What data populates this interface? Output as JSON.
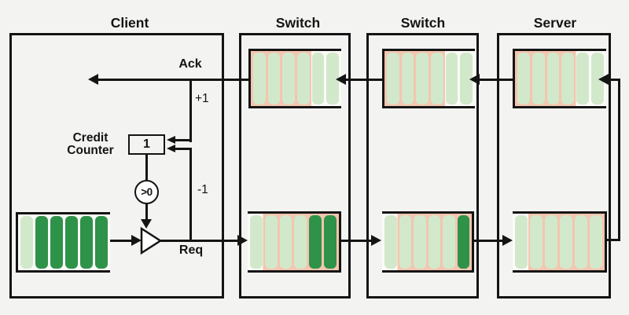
{
  "figure": {
    "background": "#f3f3f2",
    "ink": "#141414",
    "colors": {
      "bg": "#f3f3f2",
      "ink": "#141414",
      "slot_empty": "#d2e8cb",
      "slot_full": "#2f9249",
      "gap_pink": "#f4c5af",
      "gap_white": "#fbfbf8"
    }
  },
  "nodes": [
    {
      "id": "client",
      "title": "Client"
    },
    {
      "id": "switch1",
      "title": "Switch"
    },
    {
      "id": "switch2",
      "title": "Switch"
    },
    {
      "id": "server",
      "title": "Server"
    }
  ],
  "client": {
    "labels": {
      "ack": "Ack",
      "req": "Req",
      "plus_one": "+1",
      "minus_one": "-1",
      "credit_counter_line1": "Credit",
      "credit_counter_line2": "Counter",
      "counter_value": "1",
      "comparator": ">0"
    }
  },
  "queues": {
    "client_input": {
      "slots": [
        "empty",
        "full",
        "full",
        "full",
        "full",
        "full"
      ]
    },
    "switch1_ack": {
      "slots": [
        "empty",
        "empty",
        "empty",
        "empty",
        "empty",
        "empty"
      ]
    },
    "switch1_req": {
      "slots": [
        "empty",
        "empty",
        "empty",
        "empty",
        "full",
        "full"
      ]
    },
    "switch2_ack": {
      "slots": [
        "empty",
        "empty",
        "empty",
        "empty",
        "empty",
        "empty"
      ]
    },
    "switch2_req": {
      "slots": [
        "empty",
        "empty",
        "empty",
        "empty",
        "empty",
        "full"
      ]
    },
    "server_ack": {
      "slots": [
        "empty",
        "empty",
        "empty",
        "empty",
        "empty",
        "empty"
      ]
    },
    "server_req": {
      "slots": [
        "empty",
        "empty",
        "empty",
        "empty",
        "empty",
        "empty"
      ]
    }
  }
}
